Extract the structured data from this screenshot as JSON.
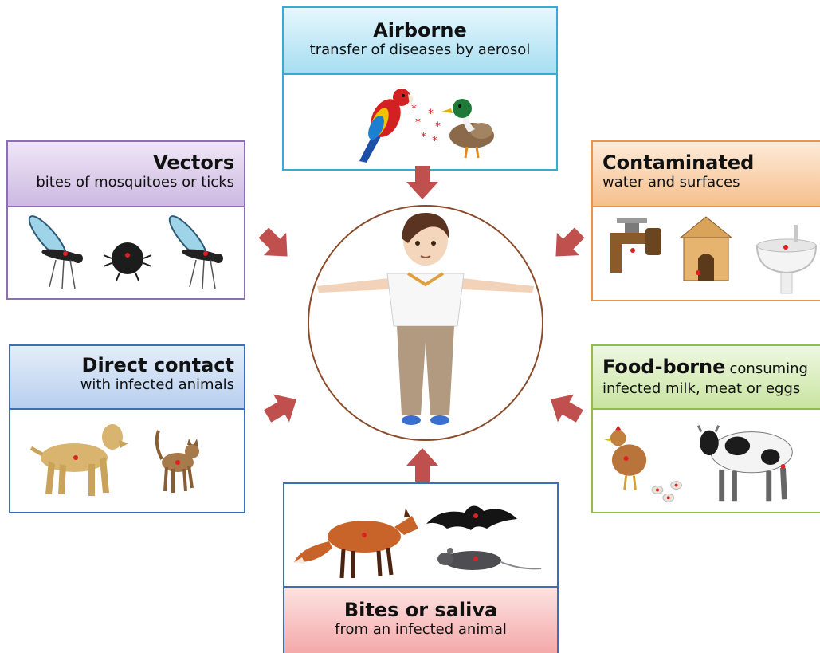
{
  "airborne": {
    "title": "Airborne",
    "subtitle": "transfer of diseases by aerosol",
    "icons": [
      "parrot-icon",
      "duck-icon",
      "virus-particle-icon"
    ]
  },
  "vectors": {
    "title": "Vectors",
    "subtitle": "bites of mosquitoes or ticks",
    "icons": [
      "mosquito-icon",
      "tick-icon",
      "mosquito-icon"
    ]
  },
  "contaminated": {
    "title": "Contaminated",
    "subtitle": "water and surfaces",
    "icons": [
      "faucet-icon",
      "doghouse-icon",
      "sink-icon"
    ]
  },
  "direct": {
    "title": "Direct contact",
    "subtitle": "with infected animals",
    "icons": [
      "dog-icon",
      "cat-icon"
    ]
  },
  "food": {
    "title": "Food-borne",
    "subtitle_inline": "consuming",
    "subtitle": "infected milk, meat or eggs",
    "icons": [
      "chicken-icon",
      "eggs-icon",
      "cow-icon"
    ]
  },
  "bites": {
    "title": "Bites or saliva",
    "subtitle": "from an infected animal",
    "icons": [
      "fox-icon",
      "bat-icon",
      "rat-icon"
    ]
  },
  "center": {
    "icon": "child-figure-icon"
  },
  "colors": {
    "airborne": "#3aa9d3",
    "vectors": "#8e6fb3",
    "contaminated": "#e8944a",
    "direct": "#3d6fb5",
    "food": "#8fbf4a",
    "bites": "#e05a5a",
    "arrow": "#c0504d",
    "infection_dot": "#e02020"
  }
}
